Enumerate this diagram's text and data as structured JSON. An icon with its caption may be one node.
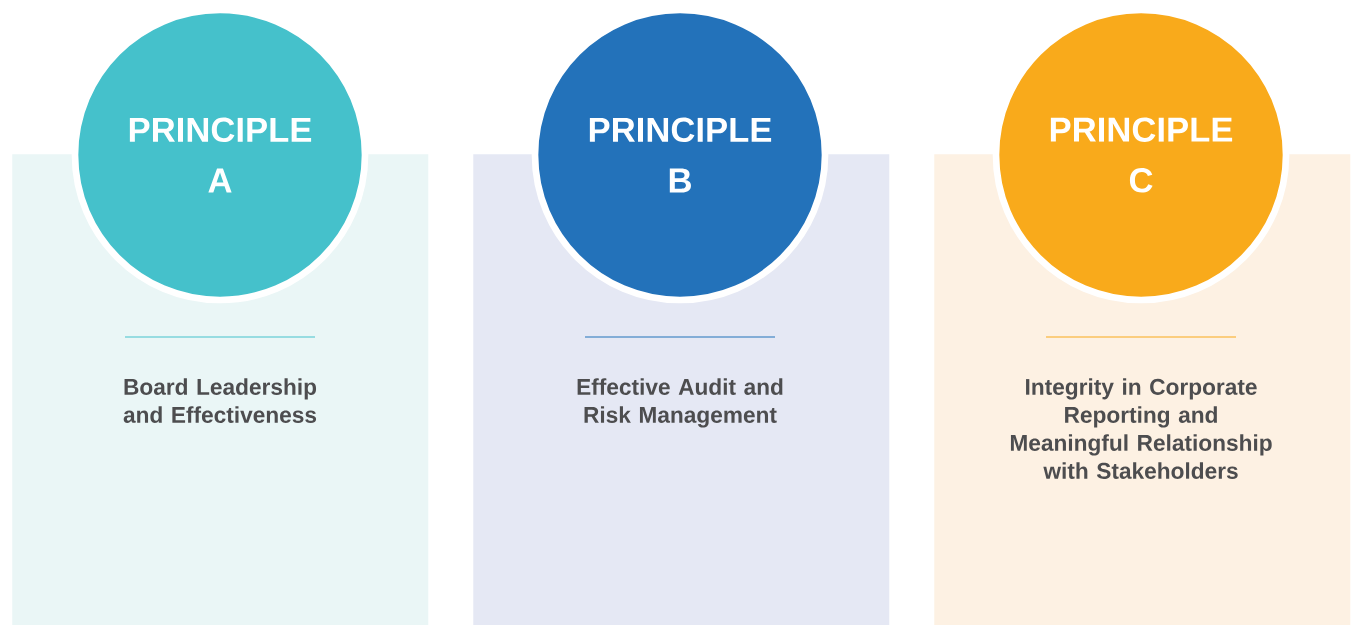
{
  "diagram": {
    "nodes": [
      {
        "text": [
          "PRINCIPLE A"
        ]
      },
      {
        "text": [
          "Board Leadership and Effectiveness"
        ]
      },
      {
        "text": [
          "PRINCIPLE B"
        ]
      },
      {
        "text": [
          "Effective Audit and Risk Management"
        ]
      },
      {
        "text": [
          "PRINCIPLE C"
        ]
      },
      {
        "text": [
          "Integrity in Corporate Reporting and Meaningful Relationship with Stakeholders"
        ]
      }
    ]
  }
}
